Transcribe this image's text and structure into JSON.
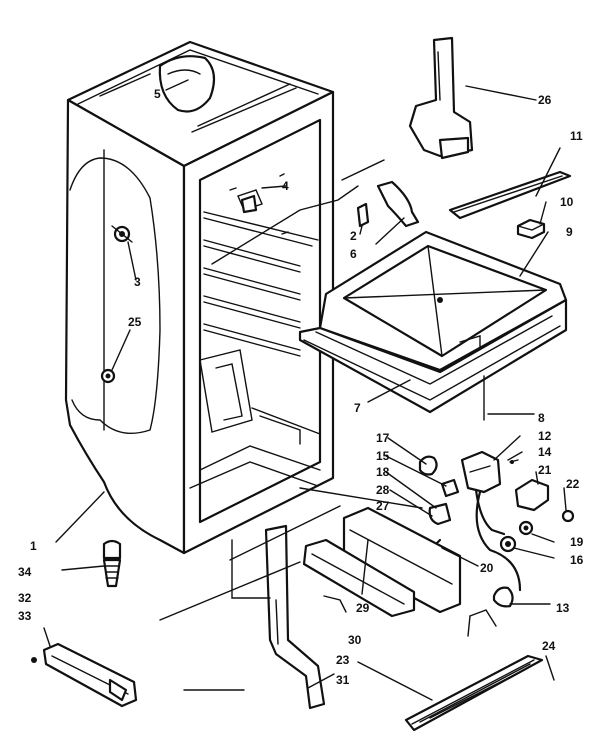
{
  "callouts": {
    "p1": "1",
    "p2": "2",
    "p3": "3",
    "p4": "4",
    "p5": "5",
    "p6": "6",
    "p7": "7",
    "p8": "8",
    "p9": "9",
    "p10": "10",
    "p11": "11",
    "p12": "12",
    "p13": "13",
    "p14": "14",
    "p15": "15",
    "p16": "16",
    "p17": "17",
    "p18": "18",
    "p19": "19",
    "p20": "20",
    "p21": "21",
    "p22": "22",
    "p23": "23",
    "p24": "24",
    "p25": "25",
    "p26": "26",
    "p27": "27",
    "p28": "28",
    "p29": "29",
    "p30": "30",
    "p31": "31",
    "p32": "32",
    "p33": "33",
    "p34": "34"
  }
}
